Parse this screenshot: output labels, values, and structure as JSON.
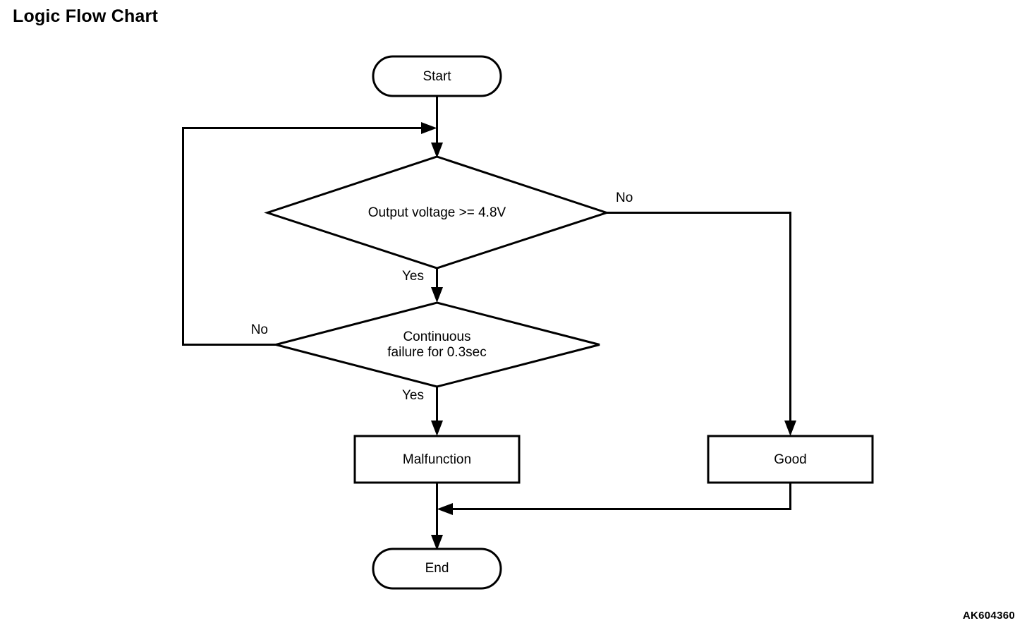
{
  "page": {
    "title": "Logic Flow Chart",
    "figure_code": "AK604360",
    "background_color": "#ffffff",
    "line_color": "#000000"
  },
  "chart_data": {
    "type": "flowchart",
    "title": "Logic Flow Chart",
    "nodes": [
      {
        "id": "start",
        "shape": "terminator",
        "label": "Start"
      },
      {
        "id": "decision_voltage",
        "shape": "decision",
        "label": "Output voltage >= 4.8V"
      },
      {
        "id": "decision_continuous",
        "shape": "decision",
        "label_line1": "Continuous",
        "label_line2": "failure for 0.3sec"
      },
      {
        "id": "malfunction",
        "shape": "process",
        "label": "Malfunction"
      },
      {
        "id": "good",
        "shape": "process",
        "label": "Good"
      },
      {
        "id": "end",
        "shape": "terminator",
        "label": "End"
      }
    ],
    "edges": [
      {
        "from": "start",
        "to": "decision_voltage",
        "label": ""
      },
      {
        "from": "decision_voltage",
        "to": "decision_continuous",
        "label": "Yes"
      },
      {
        "from": "decision_voltage",
        "to": "good",
        "label": "No"
      },
      {
        "from": "decision_continuous",
        "to": "malfunction",
        "label": "Yes"
      },
      {
        "from": "decision_continuous",
        "to": "decision_voltage",
        "label": "No"
      },
      {
        "from": "malfunction",
        "to": "end",
        "label": ""
      },
      {
        "from": "good",
        "to": "end",
        "label": ""
      }
    ],
    "labels": {
      "voltage_no": "No",
      "voltage_yes": "Yes",
      "continuous_no": "No",
      "continuous_yes": "Yes"
    }
  }
}
